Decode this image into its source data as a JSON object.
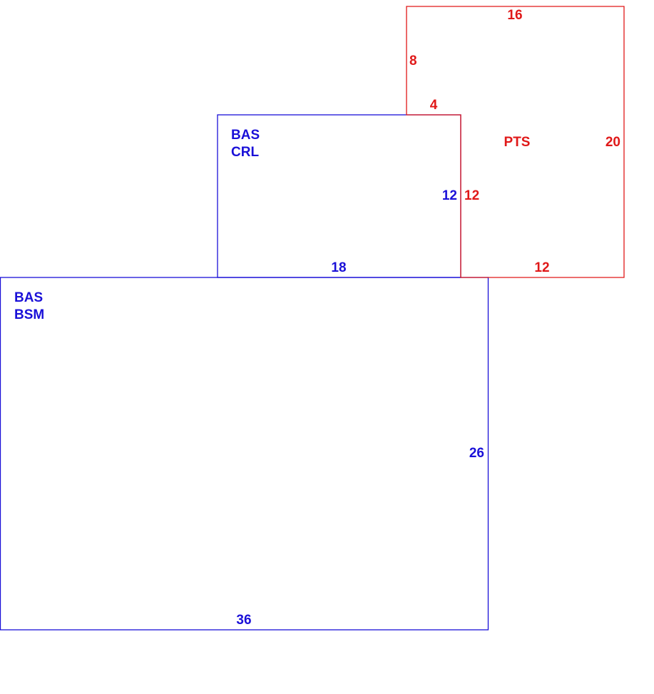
{
  "colors": {
    "blue": "#1a10d8",
    "red": "#e01818"
  },
  "rooms": {
    "bsm": {
      "label_line1": "BAS",
      "label_line2": "BSM",
      "dim_bottom": "36",
      "dim_right": "26"
    },
    "crl": {
      "label_line1": "BAS",
      "label_line2": "CRL",
      "dim_bottom": "18",
      "dim_right": "12"
    },
    "pts": {
      "label": "PTS",
      "dim_top": "16",
      "dim_notch_vertical": "8",
      "dim_notch_horizontal": "4",
      "dim_right": "20",
      "dim_left": "12",
      "dim_bottom": "12"
    }
  }
}
